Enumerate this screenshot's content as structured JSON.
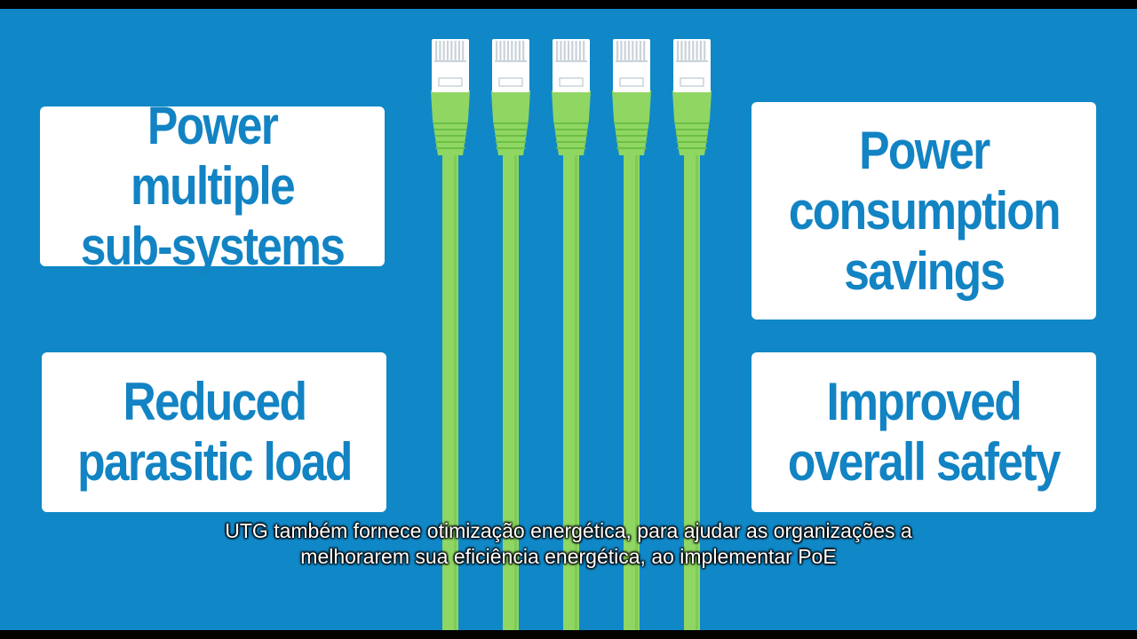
{
  "cards": {
    "top_left": "Power multiple\nsub-systems",
    "top_right": "Power\nconsumption\nsavings",
    "bottom_left": "Reduced\nparasitic load",
    "bottom_right": "Improved\noverall safety"
  },
  "subtitle": {
    "line1": "UTG também fornece otimização energética, para ajudar as organizações a",
    "line2": "melhorarem sua eficiência energética, ao implementar PoE"
  },
  "colors": {
    "background": "#1088c7",
    "card": "#ffffff",
    "card_text": "#1283c3",
    "cable": "#8fd663",
    "cable_dark": "#6cbf45"
  },
  "illustration": {
    "cable_icon": "ethernet-cable-icon",
    "cable_count": 5
  }
}
